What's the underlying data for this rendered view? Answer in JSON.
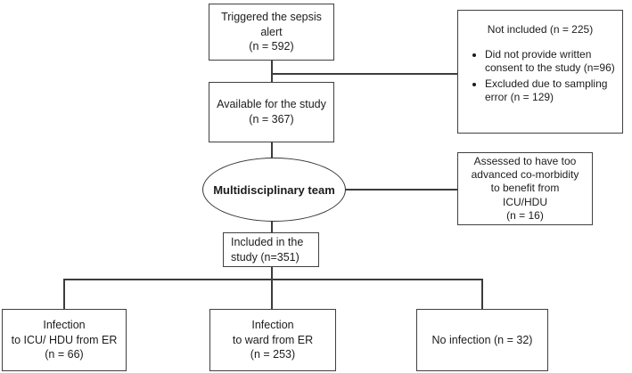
{
  "diagram": {
    "type": "flowchart",
    "background_color": "#ffffff",
    "line_color": "#3c3c3c",
    "nodes": {
      "triggered": {
        "text": "Triggered the sepsis\nalert\n(n = 592)"
      },
      "not_included": {
        "title": "Not included (n = 225)",
        "bullets": [
          "Did not provide written consent to the study (n=96)",
          "Excluded due to sampling error (n = 129)"
        ]
      },
      "available": {
        "text": "Available for the study\n(n = 367)"
      },
      "team": {
        "text": "Multidisciplinary team"
      },
      "assessed": {
        "text": "Assessed to have too\nadvanced co-morbidity\nto benefit from\nICU/HDU\n(n = 16)"
      },
      "included": {
        "text": "Included in the\nstudy (n=351)"
      },
      "infection_icu": {
        "text": "Infection\nto ICU/ HDU from ER\n(n = 66)"
      },
      "infection_ward": {
        "text": "Infection\nto ward from ER\n(n = 253)"
      },
      "no_infection": {
        "text": "No infection (n = 32)"
      }
    }
  }
}
